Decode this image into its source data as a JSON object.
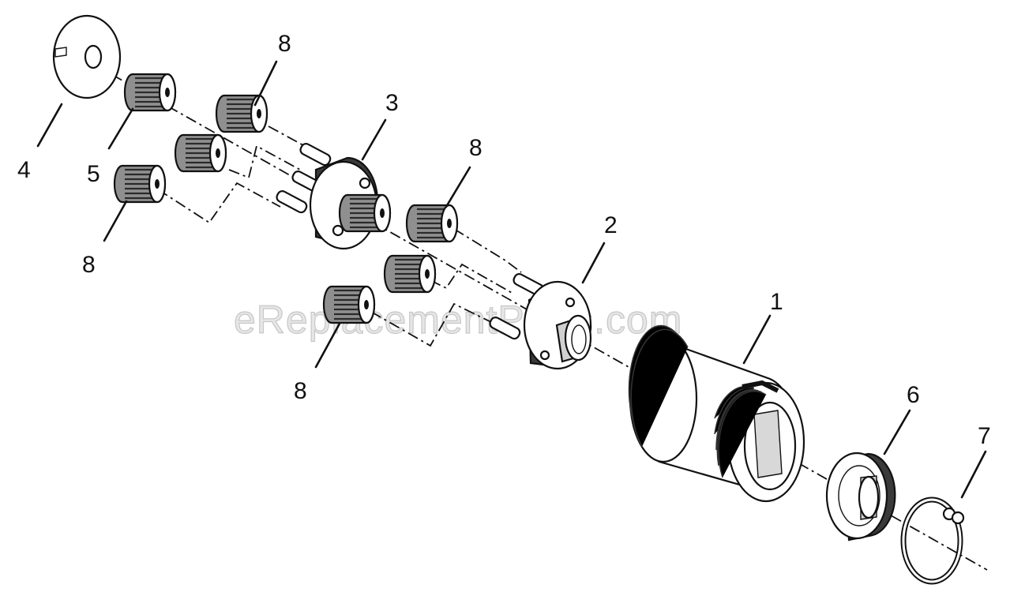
{
  "watermark": "eReplacementParts.com",
  "callouts": {
    "c1": "1",
    "c2": "2",
    "c3": "3",
    "c4": "4",
    "c5": "5",
    "c6": "6",
    "c7": "7",
    "c8a": "8",
    "c8b": "8",
    "c8c": "8",
    "c8d": "8"
  },
  "icons": {
    "gear": "planet-gear-icon",
    "carrier": "gear-carrier-icon",
    "ring": "ring-gear-housing-icon",
    "washer": "thrust-washer-icon",
    "bearing": "ball-bearing-icon",
    "clip": "retaining-ring-icon"
  }
}
